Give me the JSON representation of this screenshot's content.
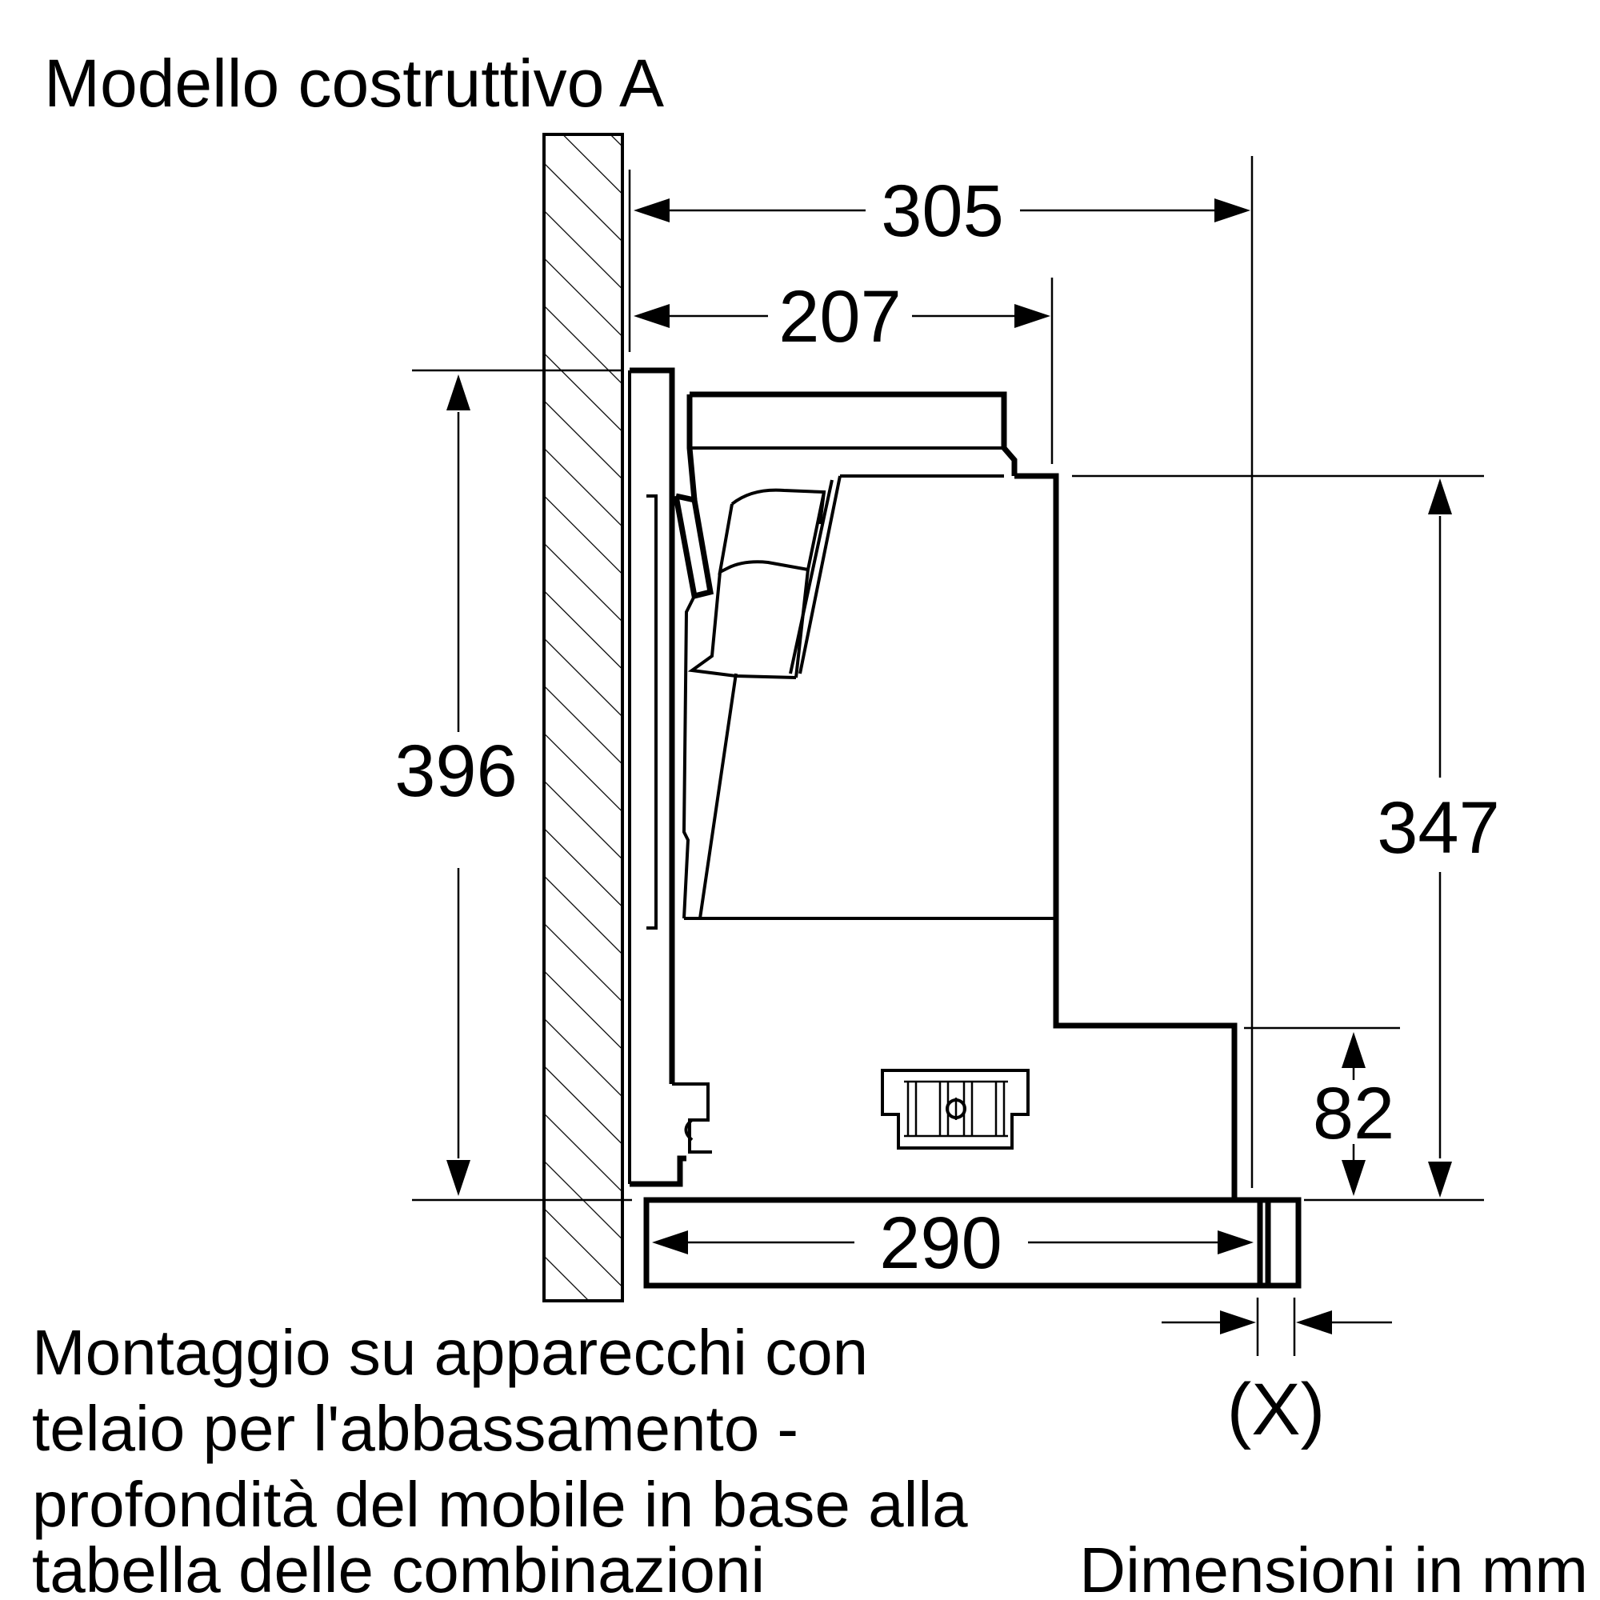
{
  "title": "Modello costruttivo A",
  "dimensions": {
    "overall_depth": "305",
    "upper_depth": "207",
    "overall_height": "396",
    "body_height": "347",
    "step_height": "82",
    "bottom_width": "290",
    "gap_label": "(X)"
  },
  "caption": {
    "line1": "Montaggio su apparecchi con",
    "line2": "telaio per l'abbassamento -",
    "line3": "profondità del mobile in base alla",
    "line4": "tabella delle combinazioni"
  },
  "units": "Dimensioni in mm",
  "colors": {
    "ink": "#000000",
    "background": "#ffffff"
  }
}
